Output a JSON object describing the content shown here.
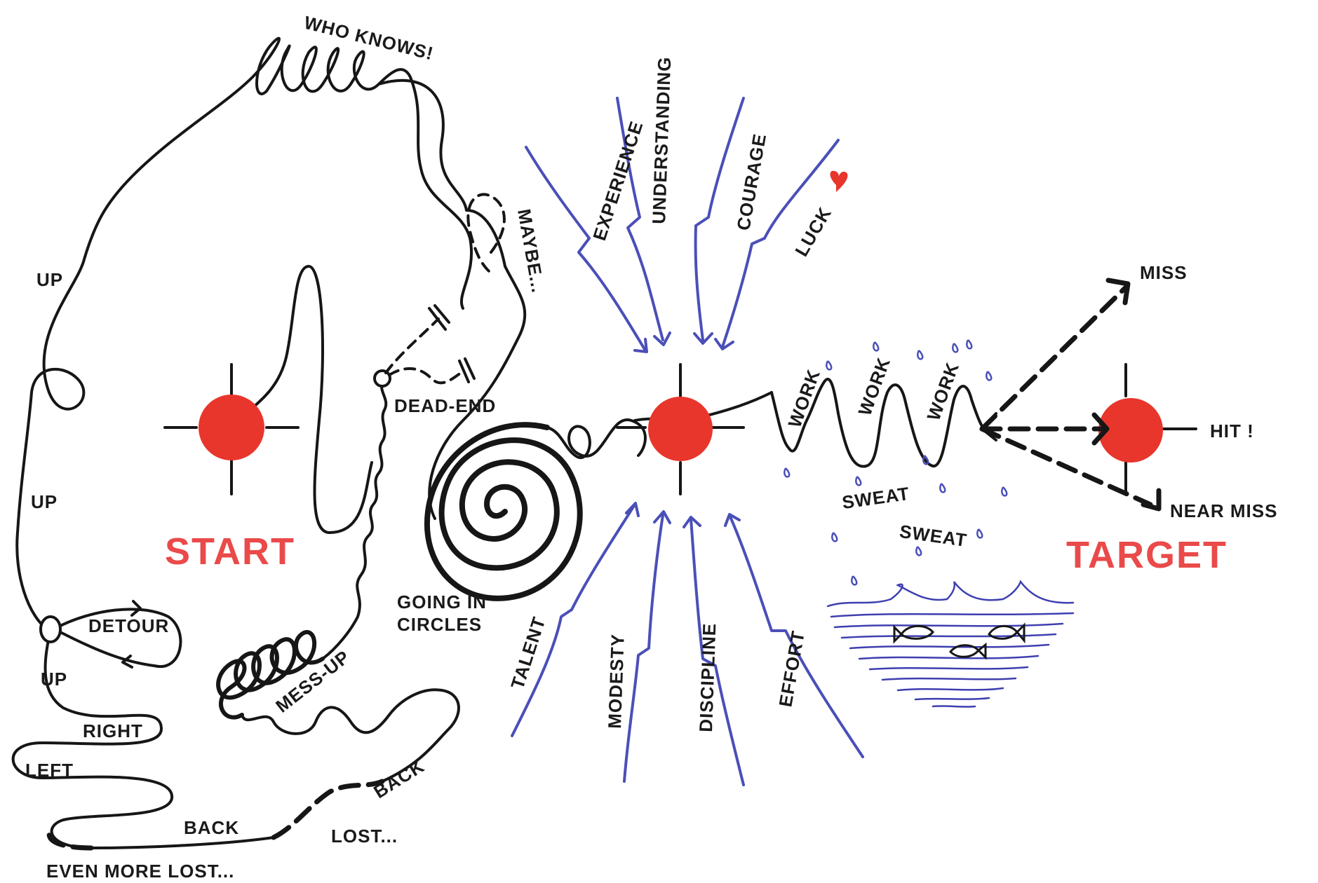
{
  "colors": {
    "ink": "#161616",
    "red": "#e8362c",
    "red_text": "#ea4a4a",
    "blue": "#4a4fb8",
    "water": "#3e3fb0"
  },
  "start": {
    "label": "START"
  },
  "target": {
    "label": "TARGET"
  },
  "journey_labels": {
    "who_knows": "WHO KNOWS!",
    "up_1": "UP",
    "up_2": "UP",
    "up_3": "UP",
    "detour": "DETOUR",
    "right": "RIGHT",
    "left": "LEFT",
    "back_1": "BACK",
    "back_2": "BACK",
    "lost": "LOST...",
    "even_more_lost": "EVEN MORE LOST...",
    "mess_up": "MESS-UP",
    "dead_end": "DEAD-END",
    "maybe": "MAYBE...",
    "going_in_circles_1": "GOING IN",
    "going_in_circles_2": "CIRCLES"
  },
  "forces_top": [
    "EXPERIENCE",
    "UNDERSTANDING",
    "COURAGE",
    "LUCK"
  ],
  "forces_bottom": [
    "TALENT",
    "MODESTY",
    "DISCIPLINE",
    "EFFORT"
  ],
  "work": [
    "WORK",
    "WORK",
    "WORK"
  ],
  "sweat": [
    "SWEAT",
    "SWEAT"
  ],
  "outcomes": {
    "miss": "MISS",
    "hit": "HIT !",
    "near_miss": "NEAR MISS"
  },
  "icons": [
    "heart-icon",
    "fish-icon"
  ]
}
